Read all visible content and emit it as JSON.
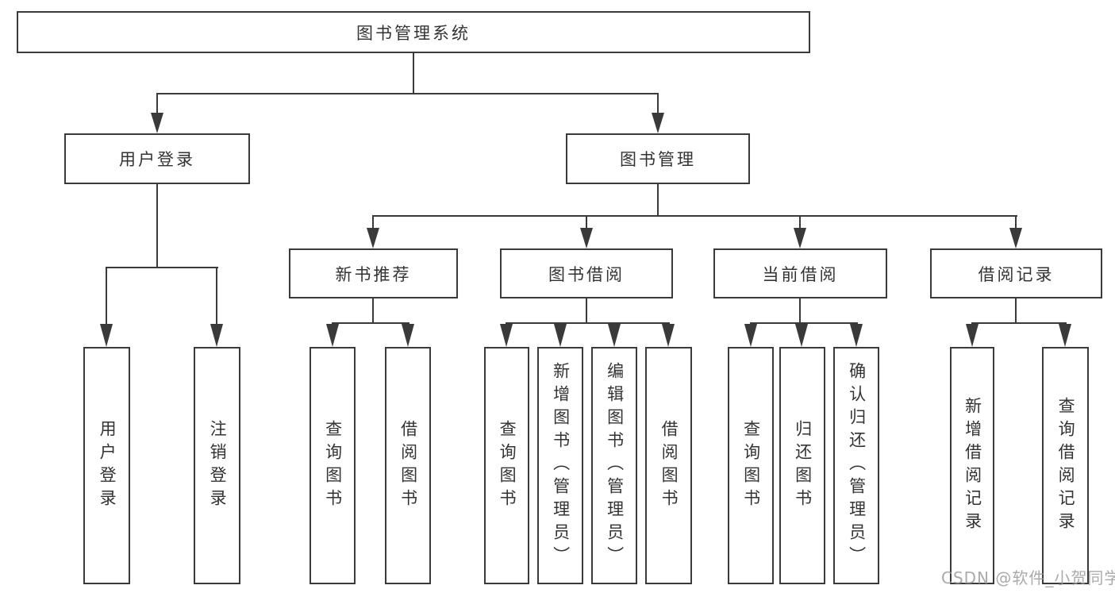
{
  "root": {
    "label": "图书管理系统"
  },
  "level2": {
    "user_login": {
      "label": "用户登录"
    },
    "book_mgmt": {
      "label": "图书管理"
    }
  },
  "level3": {
    "new_book": {
      "label": "新书推荐"
    },
    "book_borrow": {
      "label": "图书借阅"
    },
    "current_borrow": {
      "label": "当前借阅"
    },
    "borrow_records": {
      "label": "借阅记录"
    }
  },
  "leaves": {
    "user_login_leaf": "用户登录",
    "logout": "注销登录",
    "nb_query": "查询图书",
    "nb_borrow": "借阅图书",
    "bb_query": "查询图书",
    "bb_add": "新增图书（管理员）",
    "bb_edit": "编辑图书（管理员）",
    "bb_borrow": "借阅图书",
    "cb_query": "查询图书",
    "cb_return": "归还图书",
    "cb_confirm": "确认归还（管理员）",
    "br_add": "新增借阅记录",
    "br_query": "查询借阅记录"
  },
  "watermark": "CSDN @软件_小贺同学",
  "colors": {
    "line": "#3a3a3a",
    "text": "#333333",
    "watermark": "#9b9b9b",
    "background": "#ffffff"
  }
}
